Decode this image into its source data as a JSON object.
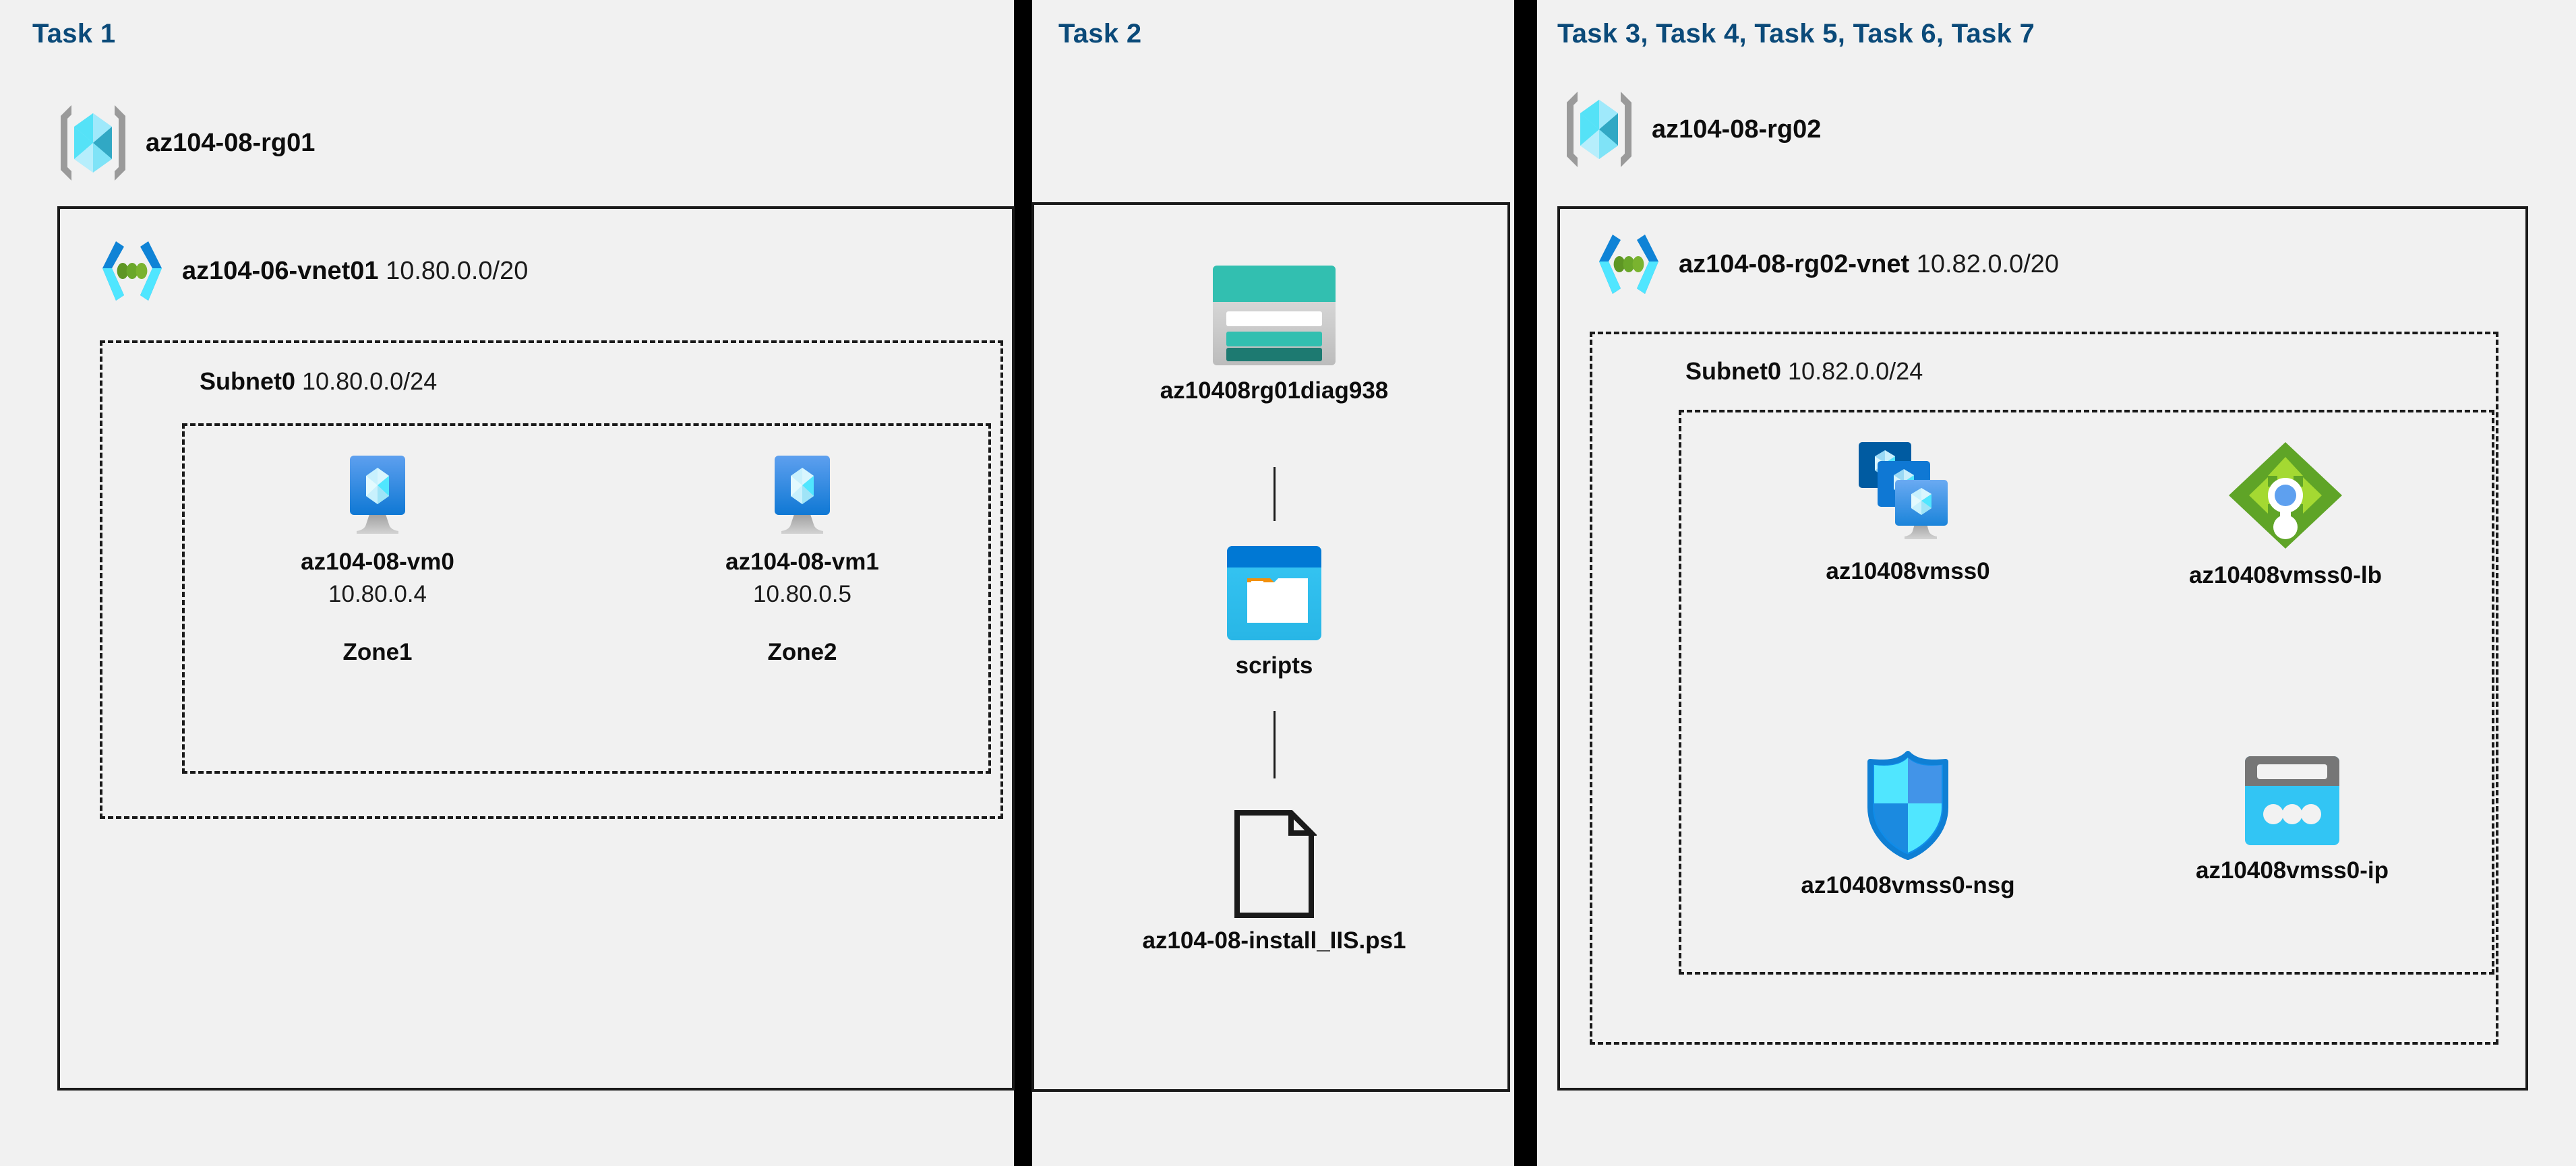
{
  "columns": [
    {
      "title": "Task 1",
      "resource_group": {
        "name": "az104-08-rg01",
        "icon": "resource-group-icon"
      },
      "vnet": {
        "name": "az104-06-vnet01",
        "cidr": "10.80.0.0/20",
        "icon": "virtual-network-icon"
      },
      "subnet": {
        "name": "Subnet0",
        "cidr": "10.80.0.0/24"
      },
      "vms": [
        {
          "name": "az104-08-vm0",
          "ip": "10.80.0.4",
          "zone": "Zone1",
          "icon": "virtual-machine-icon"
        },
        {
          "name": "az104-08-vm1",
          "ip": "10.80.0.5",
          "zone": "Zone2",
          "icon": "virtual-machine-icon"
        }
      ]
    },
    {
      "title": "Task 2",
      "items": [
        {
          "name": "az10408rg01diag938",
          "icon": "storage-account-icon"
        },
        {
          "name": "scripts",
          "icon": "blob-container-icon"
        },
        {
          "name": "az104-08-install_IIS.ps1",
          "icon": "file-icon"
        }
      ]
    },
    {
      "title": "Task 3, Task 4, Task 5, Task 6, Task 7",
      "resource_group": {
        "name": "az104-08-rg02",
        "icon": "resource-group-icon"
      },
      "vnet": {
        "name": "az104-08-rg02-vnet",
        "cidr": "10.82.0.0/20",
        "icon": "virtual-network-icon"
      },
      "subnet": {
        "name": "Subnet0",
        "cidr": "10.82.0.0/24"
      },
      "resources": [
        {
          "name": "az10408vmss0",
          "icon": "vm-scale-set-icon"
        },
        {
          "name": "az10408vmss0-lb",
          "icon": "load-balancer-icon"
        },
        {
          "name": "az10408vmss0-nsg",
          "icon": "network-security-group-icon"
        },
        {
          "name": "az10408vmss0-ip",
          "icon": "public-ip-address-icon"
        }
      ]
    }
  ],
  "colors": {
    "title_blue": "#0b4a79",
    "background": "#f1f1f1",
    "border_black": "#1a1a1a",
    "azure_blue": "#0078d4",
    "azure_cyan": "#50e6ff",
    "storage_teal": "#32bfb0",
    "lb_green": "#5fa427",
    "nsg_blue": "#0f8ce9"
  }
}
